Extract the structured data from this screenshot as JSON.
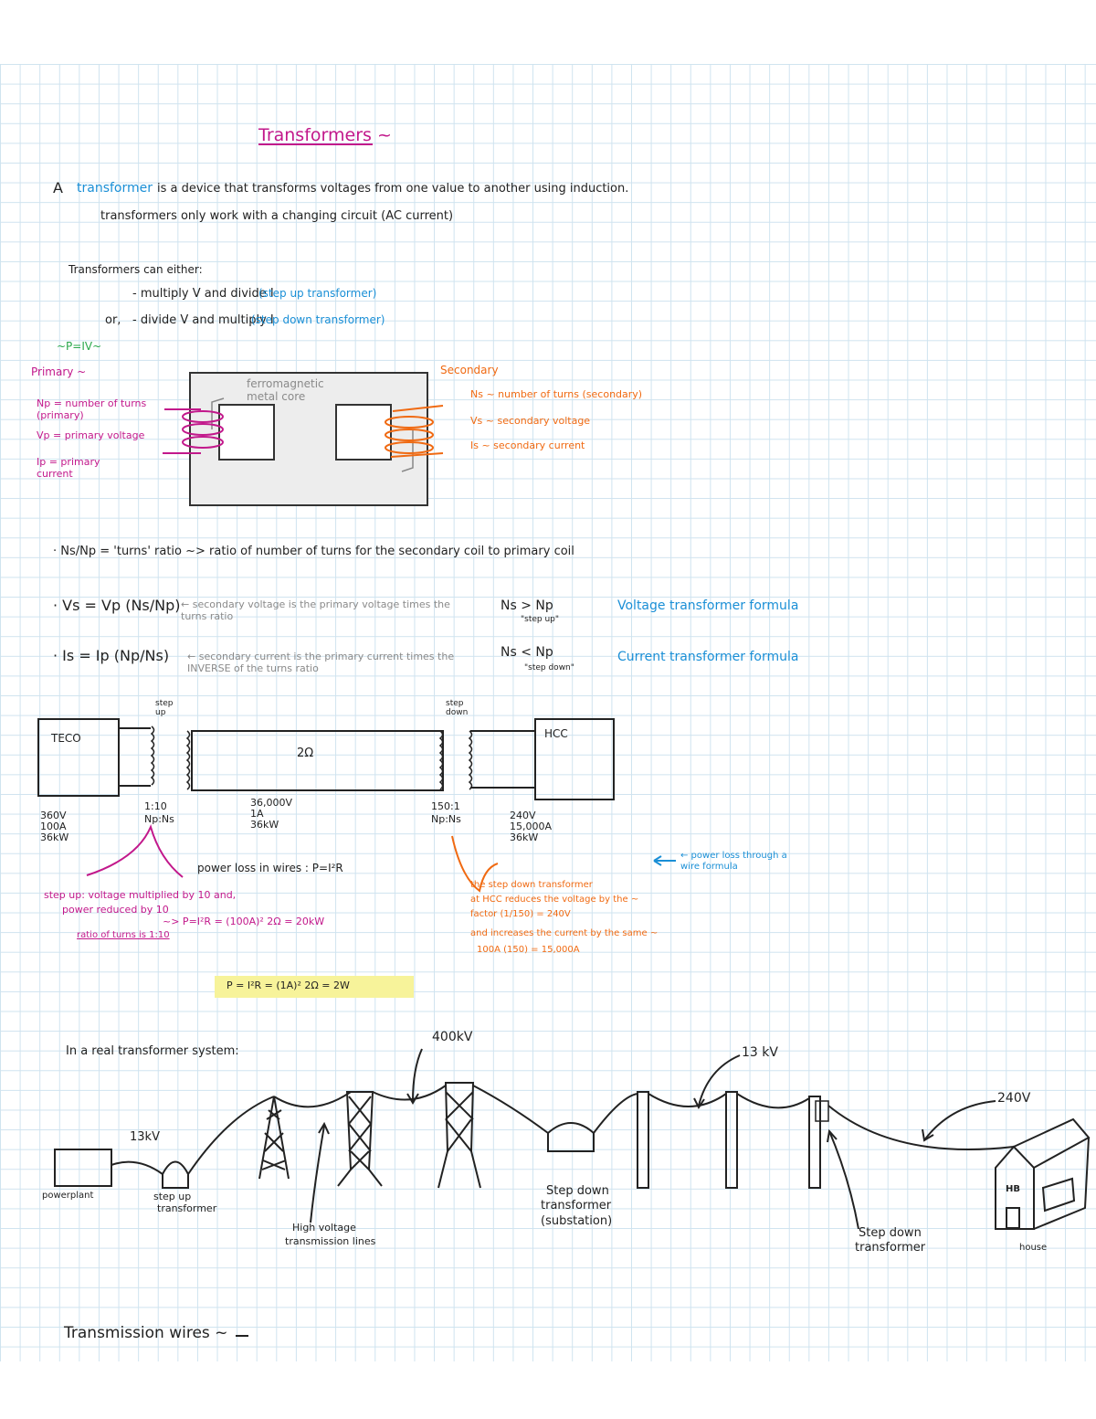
{
  "colors": {
    "pink": "#c2188b",
    "blue": "#1a8fd6",
    "orange": "#f06a12",
    "highlight": "#f7f39a",
    "grid": "#cfe3ef",
    "core": "#ededed"
  },
  "title": "Transformers ~",
  "intro": {
    "line1_prefix": "A",
    "line1_term": "transformer",
    "line1_rest": "is a device that transforms voltages from one value to another using induction.",
    "line2": "transformers only work with a changing circuit (AC current)"
  },
  "function_list": {
    "heading": "Transformers can either:",
    "item1": "- multiply V and divide I",
    "item1_note": "(step up transformer)",
    "item2_prefix": "or,",
    "item2": "- divide V and multiply I",
    "item2_note": "(step down transformer)",
    "power": "~P=IV~"
  },
  "diagram": {
    "core_label": "ferromagnetic metal core",
    "primary": {
      "title": "Primary ~",
      "np": "Np = number of turns (primary)",
      "vp": "Vp = primary voltage",
      "ip": "Ip = primary current"
    },
    "secondary": {
      "title": "Secondary",
      "ns": "Ns ~ number of turns (secondary)",
      "vs": "Vs ~ secondary voltage",
      "is": "Is ~ secondary current"
    }
  },
  "formulas": {
    "ratio": "· Ns/Np = 'turns' ratio ~> ratio of number of turns for the secondary coil to primary coil",
    "voltage": "· Vs = Vp (Ns/Np)",
    "voltage_note": "← secondary voltage is the primary voltage times the turns ratio",
    "voltage_cond": "Ns > Np",
    "voltage_cond_sub": "\"step up\"",
    "voltage_title": "Voltage transformer formula",
    "current": "· Is = Ip (Np/Ns)",
    "current_note": "← secondary current is the primary current times the INVERSE of the turns ratio",
    "current_cond": "Ns < Np",
    "current_cond_sub": "\"step down\"",
    "current_title": "Current transformer formula"
  },
  "circuit": {
    "step_up_label": "step up",
    "step_down_label": "step down",
    "teco": "TECO",
    "hcc": "HCC",
    "resistance": "2Ω",
    "teco_values": [
      "360V",
      "100A",
      "36kW"
    ],
    "up_ratio": [
      "1:10",
      "Np:Ns"
    ],
    "line_values": [
      "36,000V",
      "1A",
      "36kW"
    ],
    "down_ratio": [
      "150:1",
      "Np:Ns"
    ],
    "hcc_values": [
      "240V",
      "15,000A",
      "36kW"
    ],
    "power_loss": "power loss in wires :  P=I²R",
    "power_loss_note": "← power loss through a wire formula",
    "step_up_note1": "step up: voltage multiplied by 10 and,",
    "step_up_note2": "power reduced by 10",
    "step_up_calc": "~> P=I²R = (100A)² 2Ω = 20kW",
    "step_up_note3": "ratio of turns is 1:10",
    "step_down_note1": "the step down transformer",
    "step_down_note2": "at HCC reduces the voltage by the ~",
    "step_down_note3": "factor (1/150) = 240V",
    "step_down_note4": "and increases the current by the same ~",
    "step_down_note5": "100A (150) = 15,000A",
    "highlight_calc": "P = I²R = (1A)² 2Ω = 2W"
  },
  "grid_scene": {
    "heading": "In a real transformer system:",
    "power_plant": "powerplant",
    "v_13kv_left": "13kV",
    "step_up": [
      "step up",
      "transformer"
    ],
    "high_voltage": [
      "High voltage",
      "transmission lines"
    ],
    "v_400kv": "400kV",
    "step_down_sub": [
      "Step down",
      "transformer",
      "(substation)"
    ],
    "v_13kv_right": "13 kV",
    "step_down_pole": [
      "Step down",
      "transformer"
    ],
    "v_240v": "240V",
    "house_sign": "HB",
    "house": "house"
  },
  "footer": "Transmission wires ~"
}
